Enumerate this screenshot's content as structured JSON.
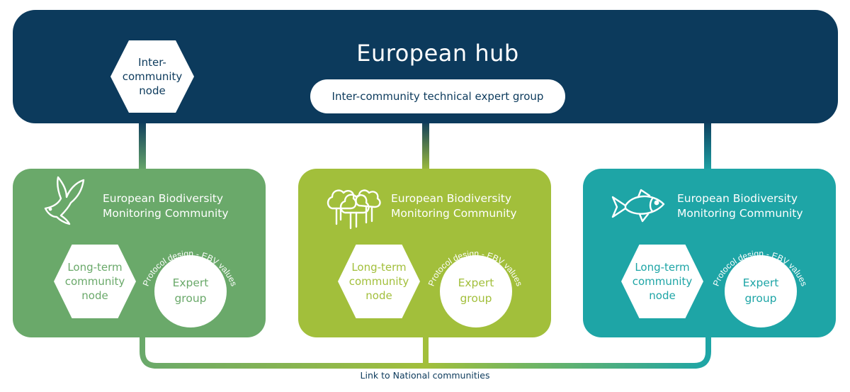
{
  "hub": {
    "title": "European hub",
    "node_label": "Inter-\ncommunity\nnode",
    "expert_group": "Inter-community technical expert group",
    "color": "#0c3a5c"
  },
  "communities": [
    {
      "title": "European Biodiversity\nMonitoring Community",
      "icon": "bird-icon",
      "node_label": "Long-term\ncommunity\nnode",
      "arc_text": "Protocol design - EBV values",
      "group_label": "Expert\ngroup",
      "color": "#6aa96a"
    },
    {
      "title": "European Biodiversity\nMonitoring Community",
      "icon": "trees-icon",
      "node_label": "Long-term\ncommunity\nnode",
      "arc_text": "Protocol design - EBV values",
      "group_label": "Expert\ngroup",
      "color": "#a2bf3b"
    },
    {
      "title": "European Biodiversity\nMonitoring Community",
      "icon": "fish-icon",
      "node_label": "Long-term\ncommunity\nnode",
      "arc_text": "Protocol design - EBV values",
      "group_label": "Expert\ngroup",
      "color": "#1ea5a6"
    }
  ],
  "footer": {
    "link_label": "Link to National communities"
  }
}
